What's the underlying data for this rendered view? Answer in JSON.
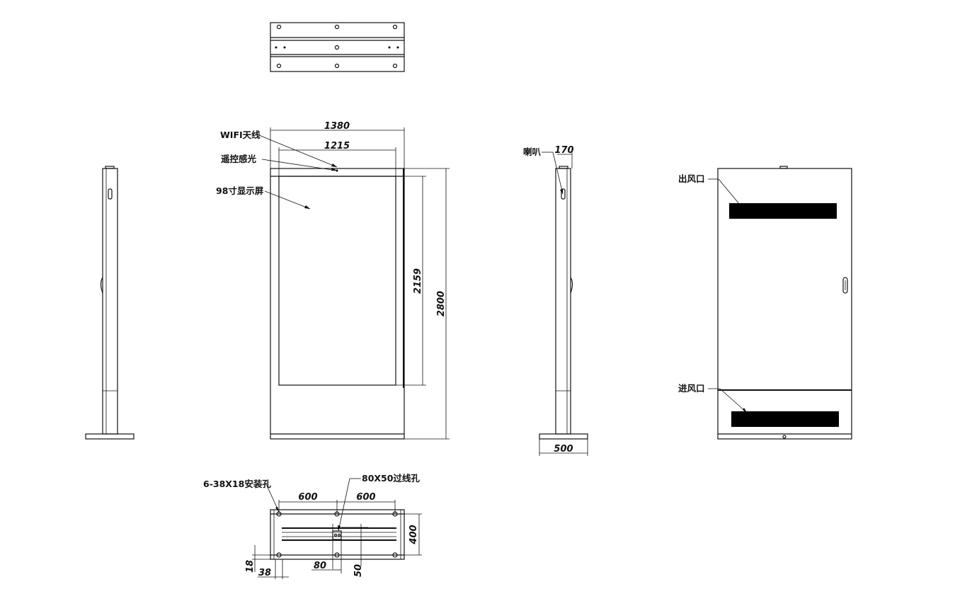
{
  "labels": {
    "wifi": "WIFI天线",
    "remote": "遥控感光",
    "screen": "98寸显示屏",
    "speaker": "喇叭",
    "outlet": "出风口",
    "inlet": "进风口",
    "mount_holes": "6-38X18安装孔",
    "cable_hole": "80X50过线孔"
  },
  "dimensions": {
    "width_total": "1380",
    "width_screen": "1215",
    "height_screen": "2159",
    "height_total": "2800",
    "depth_top": "170",
    "base_depth": "500",
    "hole_span_left": "600",
    "hole_span_right": "600",
    "base_height": "400",
    "offset_18": "18",
    "offset_38": "38",
    "offset_80": "80",
    "offset_50": "50"
  }
}
